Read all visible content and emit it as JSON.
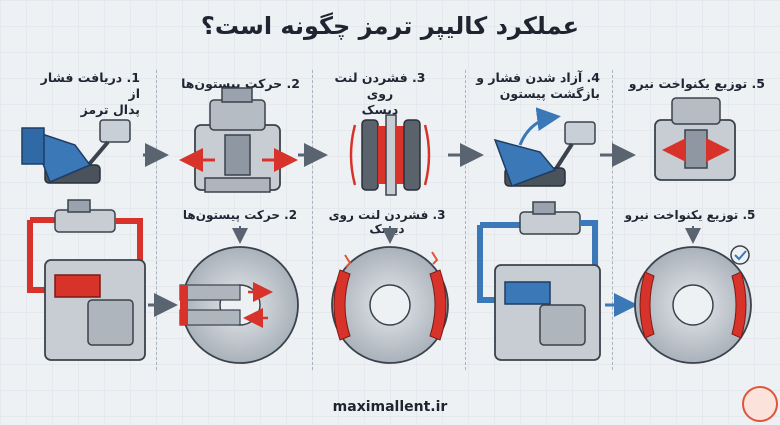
{
  "title": "عملکرد کالیپر ترمز چگونه است؟",
  "steps": [
    {
      "top": "1. دریافت فشار از",
      "bottom": "پدال ترمز"
    },
    {
      "top": "2. حرکت پیستون‌ها",
      "bottom": ""
    },
    {
      "top": "3. فشردن لنت روی",
      "bottom": "دیسک"
    },
    {
      "top": "4. آزاد شدن فشار و",
      "bottom": "بازگشت پیستون"
    },
    {
      "top": "5. توزیع یکنواخت نیرو",
      "bottom": ""
    }
  ],
  "mid_labels": [
    "2. حرکت پیستون‌ها",
    "3. فشردن لنت روی دیسک",
    "5. توزیع یکنواخت نیرو"
  ],
  "footer": "maximallent.ir",
  "colors": {
    "red": "#d8332a",
    "blue": "#3b78b8",
    "metal": "#9aa3ad",
    "dark": "#3a424c",
    "disc": "#c7cdd3"
  }
}
